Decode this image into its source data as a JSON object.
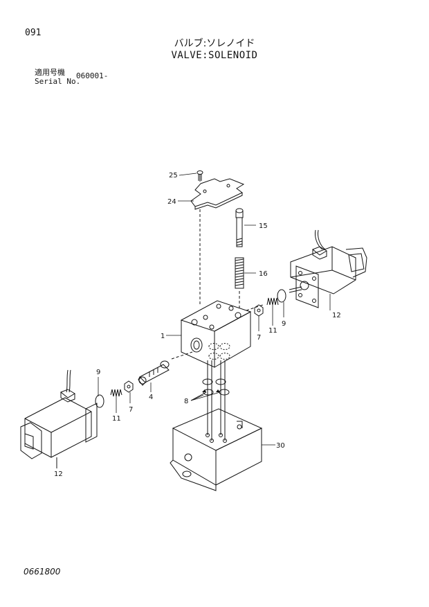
{
  "page_number": "091",
  "title_jp": "バルブ:ソレノイド",
  "title_en": "VALVE:SOLENOID",
  "serial_label_jp": "適用号機",
  "serial_label_en": "Serial No.",
  "serial_value": "060001-",
  "doc_code": "0661800",
  "callouts": {
    "c25": "25",
    "c24": "24",
    "c15": "15",
    "c16": "16",
    "c1": "1",
    "c7_right": "7",
    "c11_right": "11",
    "c9_right": "9",
    "c12_right": "12",
    "c9_left": "9",
    "c11_left": "11",
    "c7_left": "7",
    "c4": "4",
    "c8": "8",
    "c30": "30",
    "c12_left": "12"
  }
}
